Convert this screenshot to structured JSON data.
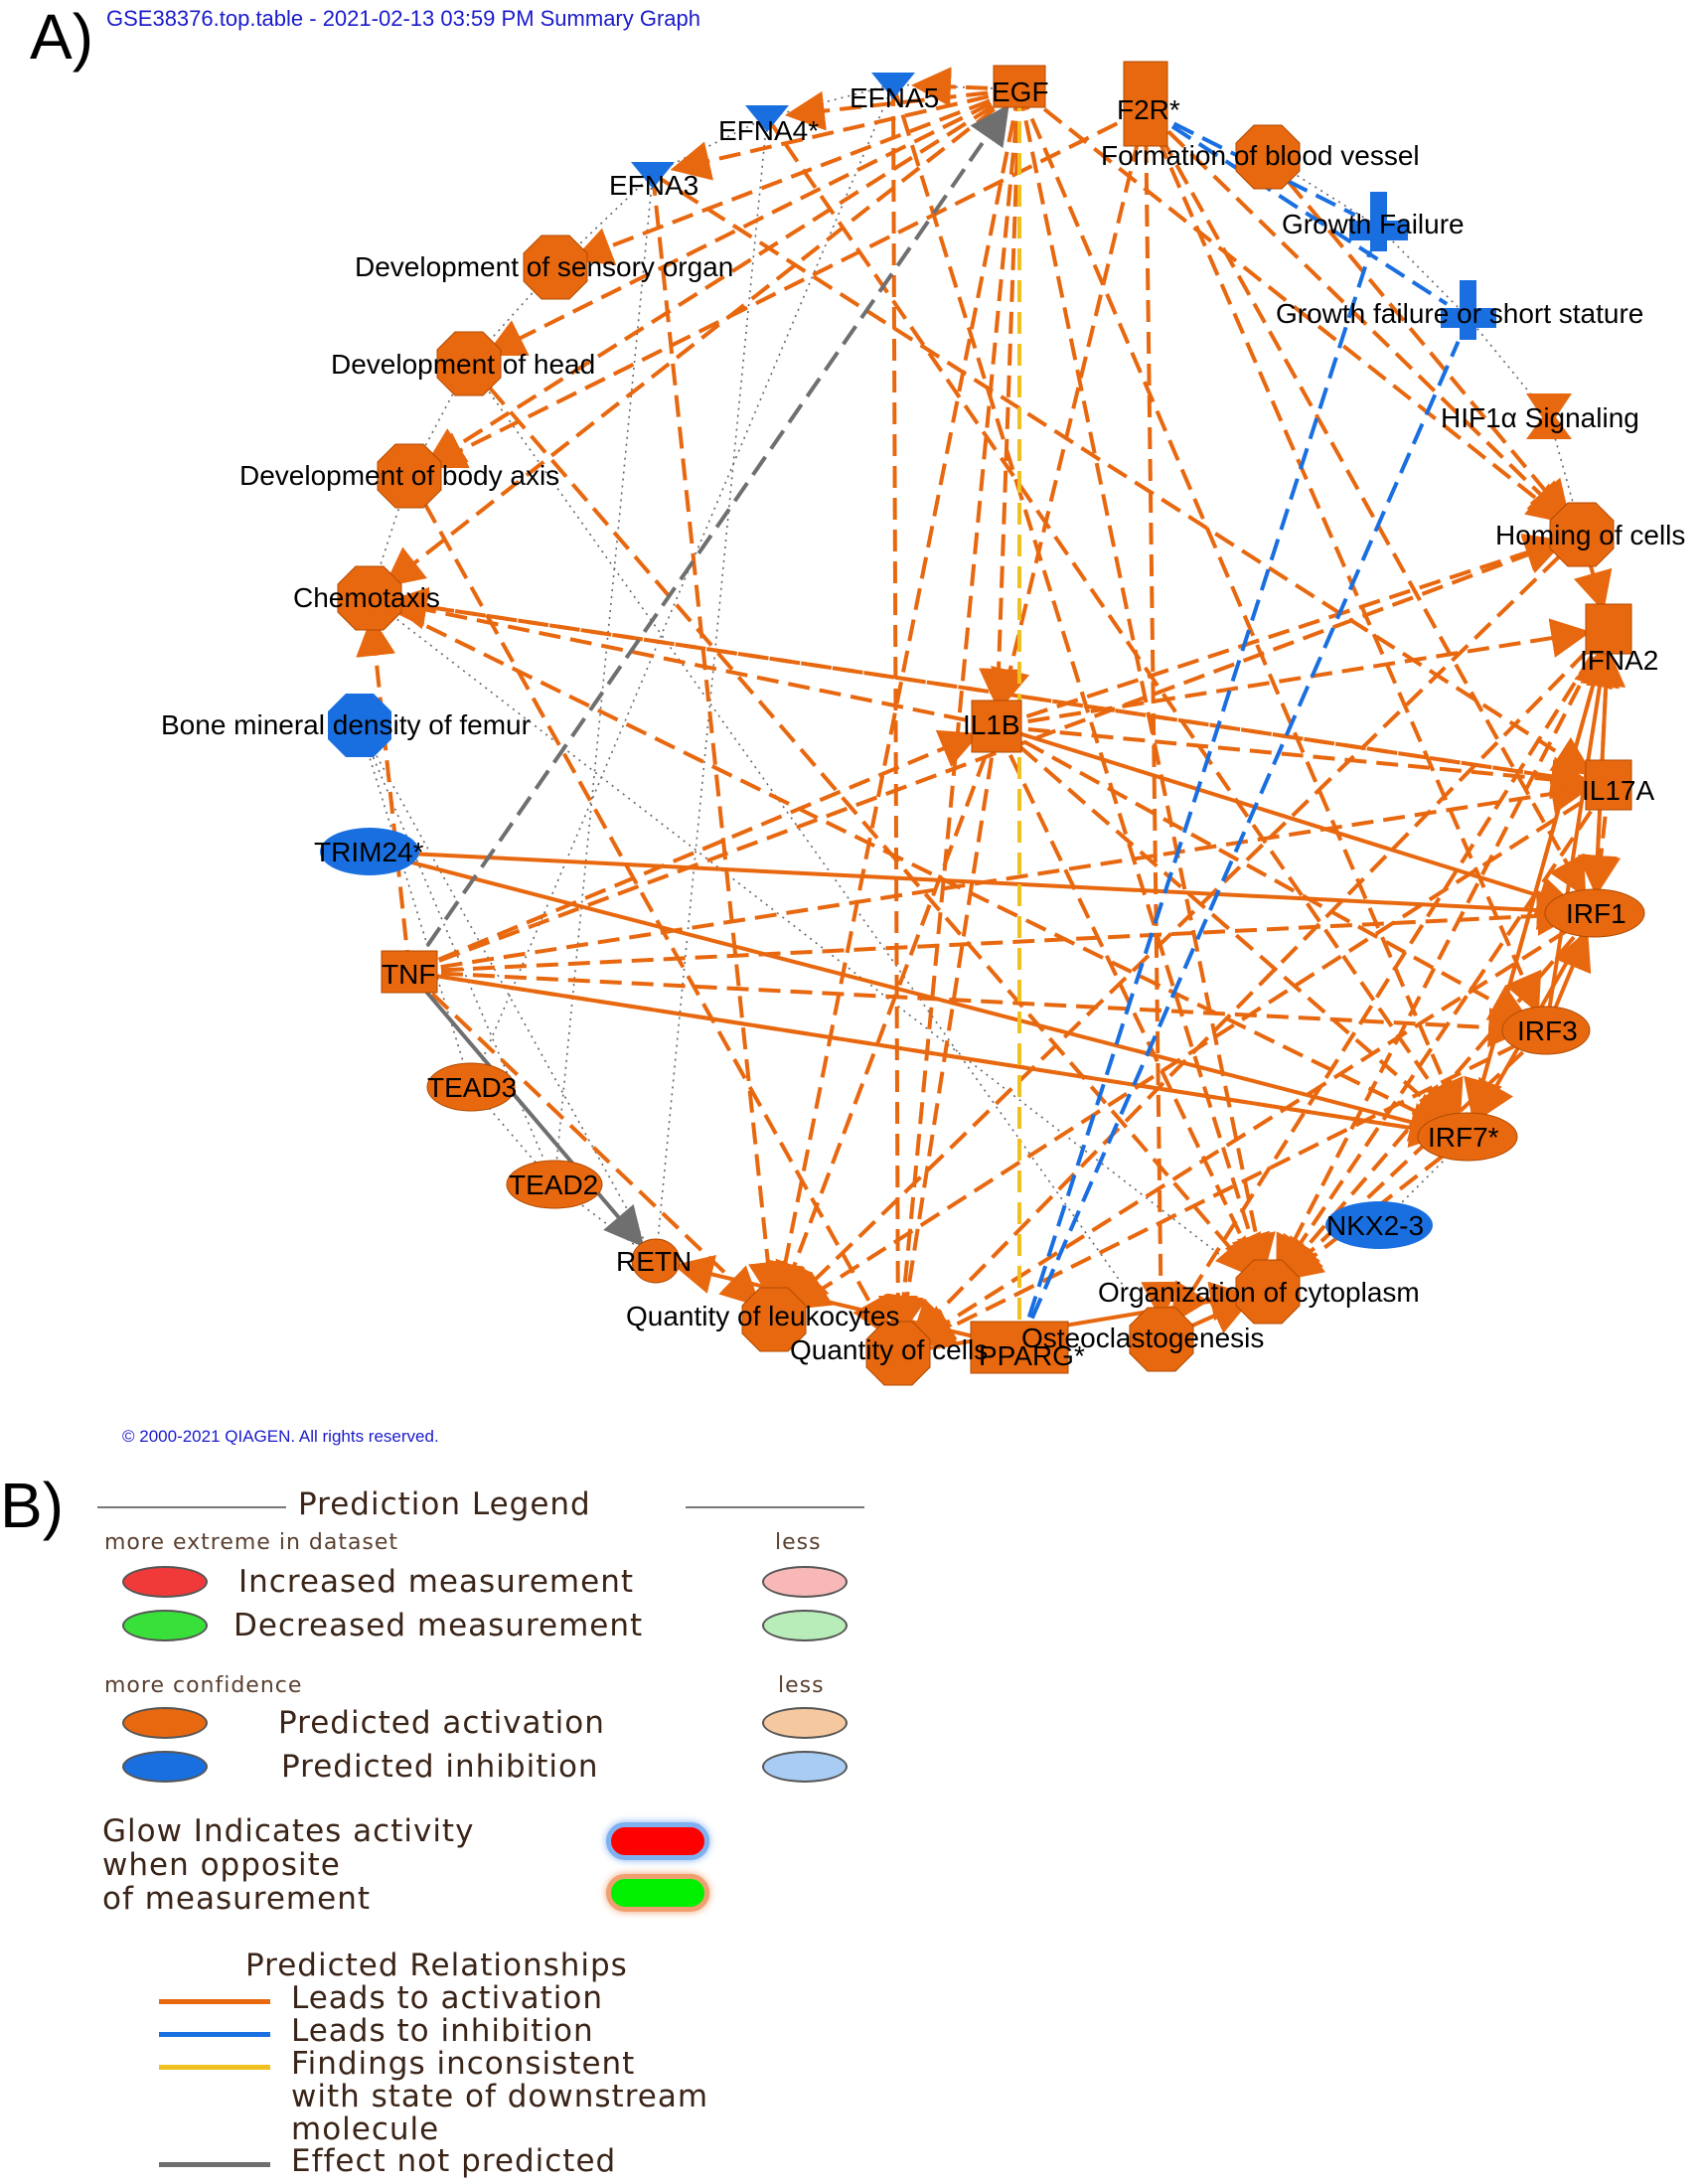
{
  "panel_a": {
    "letter": "A)",
    "header": "GSE38376.top.table - 2021-02-13 03:59 PM Summary Graph",
    "copyright": "© 2000-2021 QIAGEN. All rights reserved.",
    "nodes": {
      "efna5": "EFNA5",
      "egf": "EGF",
      "f2r": "F2R*",
      "efna4": "EFNA4*",
      "formation_blood_vessel": "Formation of blood vessel",
      "efna3": "EFNA3",
      "growth_failure": "Growth Failure",
      "dev_sensory": "Development of sensory organ",
      "growth_failure_short": "Growth failure or short stature",
      "dev_head": "Development of head",
      "hif1a": "HIF1α Signaling",
      "dev_body_axis": "Development of body axis",
      "homing": "Homing of cells",
      "chemotaxis": "Chemotaxis",
      "ifna2": "IFNA2",
      "bone_mineral": "Bone mineral density of femur",
      "il1b": "IL1B",
      "il17a": "IL17A",
      "trim24": "TRIM24*",
      "irf1": "IRF1",
      "tnf": "TNF",
      "irf3": "IRF3",
      "tead3": "TEAD3",
      "irf7": "IRF7*",
      "tead2": "TEAD2",
      "nkx23": "NKX2-3",
      "retn": "RETN",
      "org_cytoplasm": "Organization of cytoplasm",
      "quant_leuk": "Quantity of leukocytes",
      "quant_cells": "Quantity of cells",
      "pparg": "PPARG*",
      "osteoclast": "Osteoclastogenesis"
    }
  },
  "panel_b": {
    "letter": "B)",
    "legend_title": "Prediction Legend",
    "more_extreme": "more extreme in dataset",
    "less": "less",
    "increased": "Increased measurement",
    "decreased": "Decreased measurement",
    "more_confidence": "more confidence",
    "predicted_activation": "Predicted activation",
    "predicted_inhibition": "Predicted inhibition",
    "glow_line1": "Glow Indicates activity",
    "glow_line2": "when opposite",
    "glow_line3": "of measurement",
    "relationships_title": "Predicted Relationships",
    "leads_activation": "Leads to activation",
    "leads_inhibition": "Leads to inhibition",
    "findings_line1": "Findings inconsistent",
    "findings_line2": "with state of downstream",
    "findings_line3": "molecule",
    "effect_not_predicted": "Effect not predicted"
  },
  "colors": {
    "activation": "#e8680f",
    "inhibition": "#1a6fe0",
    "inconsistent": "#f0c020",
    "not_predicted": "#6f6f6f",
    "increased": "#f03a3a",
    "increased_less": "#f8b8b8",
    "decreased": "#3ae03a",
    "decreased_less": "#b8ecb8",
    "activation_less": "#f6c8a0",
    "inhibition_less": "#a8ccf4"
  }
}
